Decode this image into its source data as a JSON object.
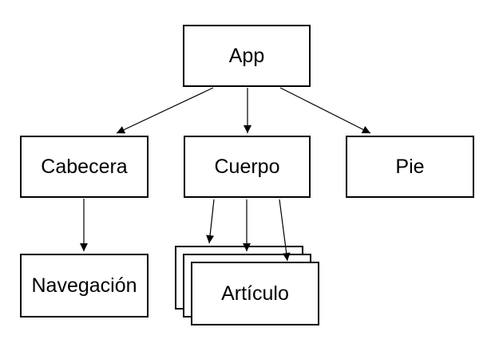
{
  "diagram": {
    "type": "tree",
    "description": "App component hierarchy diagram (Spanish labels)",
    "colors": {
      "background": "#ffffff",
      "node_fill": "#ffffff",
      "node_border": "#000000",
      "edge": "#000000",
      "text": "#000000"
    },
    "nodes": {
      "app": {
        "label": "App"
      },
      "cabecera": {
        "label": "Cabecera"
      },
      "cuerpo": {
        "label": "Cuerpo"
      },
      "pie": {
        "label": "Pie"
      },
      "navegacion": {
        "label": "Navegación"
      },
      "articulo": {
        "label": "Artículo",
        "stacked_copies": 3
      }
    },
    "edges": [
      {
        "from": "App",
        "to": "Cabecera",
        "arrows": 1
      },
      {
        "from": "App",
        "to": "Cuerpo",
        "arrows": 1
      },
      {
        "from": "App",
        "to": "Pie",
        "arrows": 1
      },
      {
        "from": "Cabecera",
        "to": "Navegación",
        "arrows": 1
      },
      {
        "from": "Cuerpo",
        "to": "Artículo",
        "arrows": 3
      }
    ]
  }
}
